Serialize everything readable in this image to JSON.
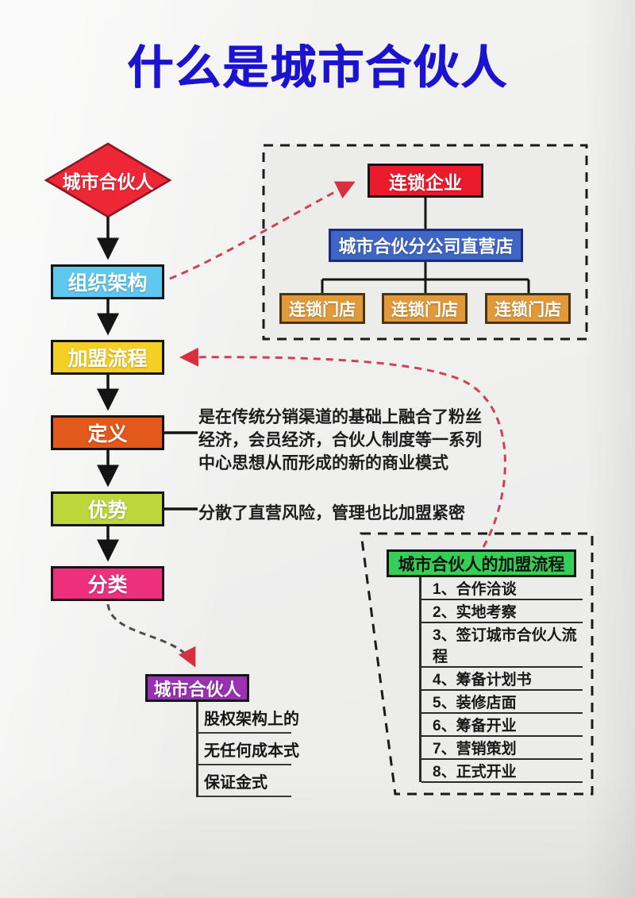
{
  "title": "什么是城市合伙人",
  "palette": {
    "title_blue": "#1c13d0",
    "diamond_red": "#ee2737",
    "flow_blue": "#5fc8ee",
    "flow_yellow": "#f3d021",
    "flow_orange": "#e2591b",
    "flow_yellowgreen": "#bdd63c",
    "flow_pink": "#ee2f7d",
    "org_root_red": "#ec1b2c",
    "org_mid_blue": "#3f66c4",
    "org_leaf_orange": "#e09a3c",
    "process_green": "#35cf55",
    "class_purple": "#9b30b5",
    "dashed_arrow_red": "#cf4054",
    "connector_black": "#141414",
    "container_fill": "#ecedeb"
  },
  "flow": {
    "diamond": "城市合伙人",
    "items": [
      {
        "label": "组织架构",
        "color": "#5fc8ee"
      },
      {
        "label": "加盟流程",
        "color": "#f3d021"
      },
      {
        "label": "定义",
        "color": "#e2591b"
      },
      {
        "label": "优势",
        "color": "#bdd63c"
      },
      {
        "label": "分类",
        "color": "#ee2f7d"
      }
    ]
  },
  "org_chart": {
    "root": "连锁企业",
    "middle": "城市合伙分公司直营店",
    "leaves": [
      "连锁门店",
      "连锁门店",
      "连锁门店"
    ]
  },
  "definition": {
    "lines": [
      "是在传统分销渠道的基础上融合了粉丝",
      "经济，会员经济，合伙人制度等一系列",
      "中心思想从而形成的新的商业模式"
    ]
  },
  "advantage": {
    "text": "分散了直营风险，管理也比加盟紧密"
  },
  "process": {
    "header": "城市合伙人的加盟流程",
    "steps": [
      "1、合作洽谈",
      "2、实地考察",
      "3、签订城市合伙人流程",
      "4、筹备计划书",
      "5、装修店面",
      "6、筹备开业",
      "7、营销策划",
      "8、正式开业"
    ]
  },
  "classification": {
    "header": "城市合伙人",
    "items": [
      "股权架构上的",
      "无任何成本式",
      "保证金式"
    ]
  }
}
